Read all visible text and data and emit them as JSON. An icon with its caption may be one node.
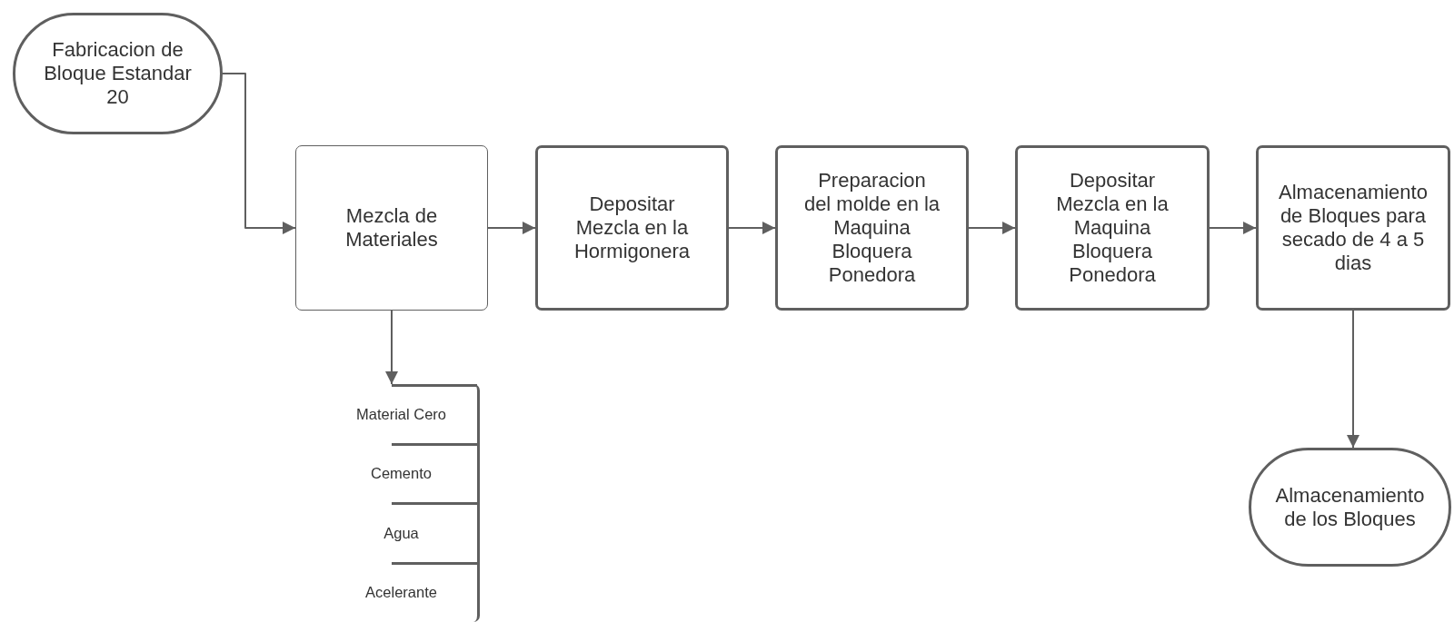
{
  "diagram": {
    "nodes": [
      {
        "text": [
          "Fabricacion de Bloque Estandar 20"
        ]
      },
      {
        "text": [
          "Mezcla de Materiales"
        ]
      },
      {
        "text": [
          "Depositar Mezcla en la Hormigonera"
        ]
      },
      {
        "text": [
          "Preparacion del molde en la Maquina Bloquera Ponedora"
        ]
      },
      {
        "text": [
          "Depositar Mezcla en la Maquina Bloquera Ponedora"
        ]
      },
      {
        "text": [
          "Almacenamiento de Bloques para secado de 4 a 5 dias"
        ]
      },
      {
        "text": [
          "Material Cero",
          "Cemento",
          "Agua",
          "Acelerante"
        ]
      },
      {
        "text": [
          "Almacenamiento de los Bloques"
        ]
      }
    ],
    "edges": [
      {
        "from": 0,
        "to": 1,
        "arrow": "to"
      },
      {
        "from": 1,
        "to": 2,
        "arrow": "to"
      },
      {
        "from": 2,
        "to": 3,
        "arrow": "to"
      },
      {
        "from": 3,
        "to": 4,
        "arrow": "to"
      },
      {
        "from": 4,
        "to": 5,
        "arrow": "to"
      },
      {
        "from": 1,
        "to": 6,
        "arrow": "to"
      },
      {
        "from": 5,
        "to": 7,
        "arrow": "to"
      }
    ]
  }
}
